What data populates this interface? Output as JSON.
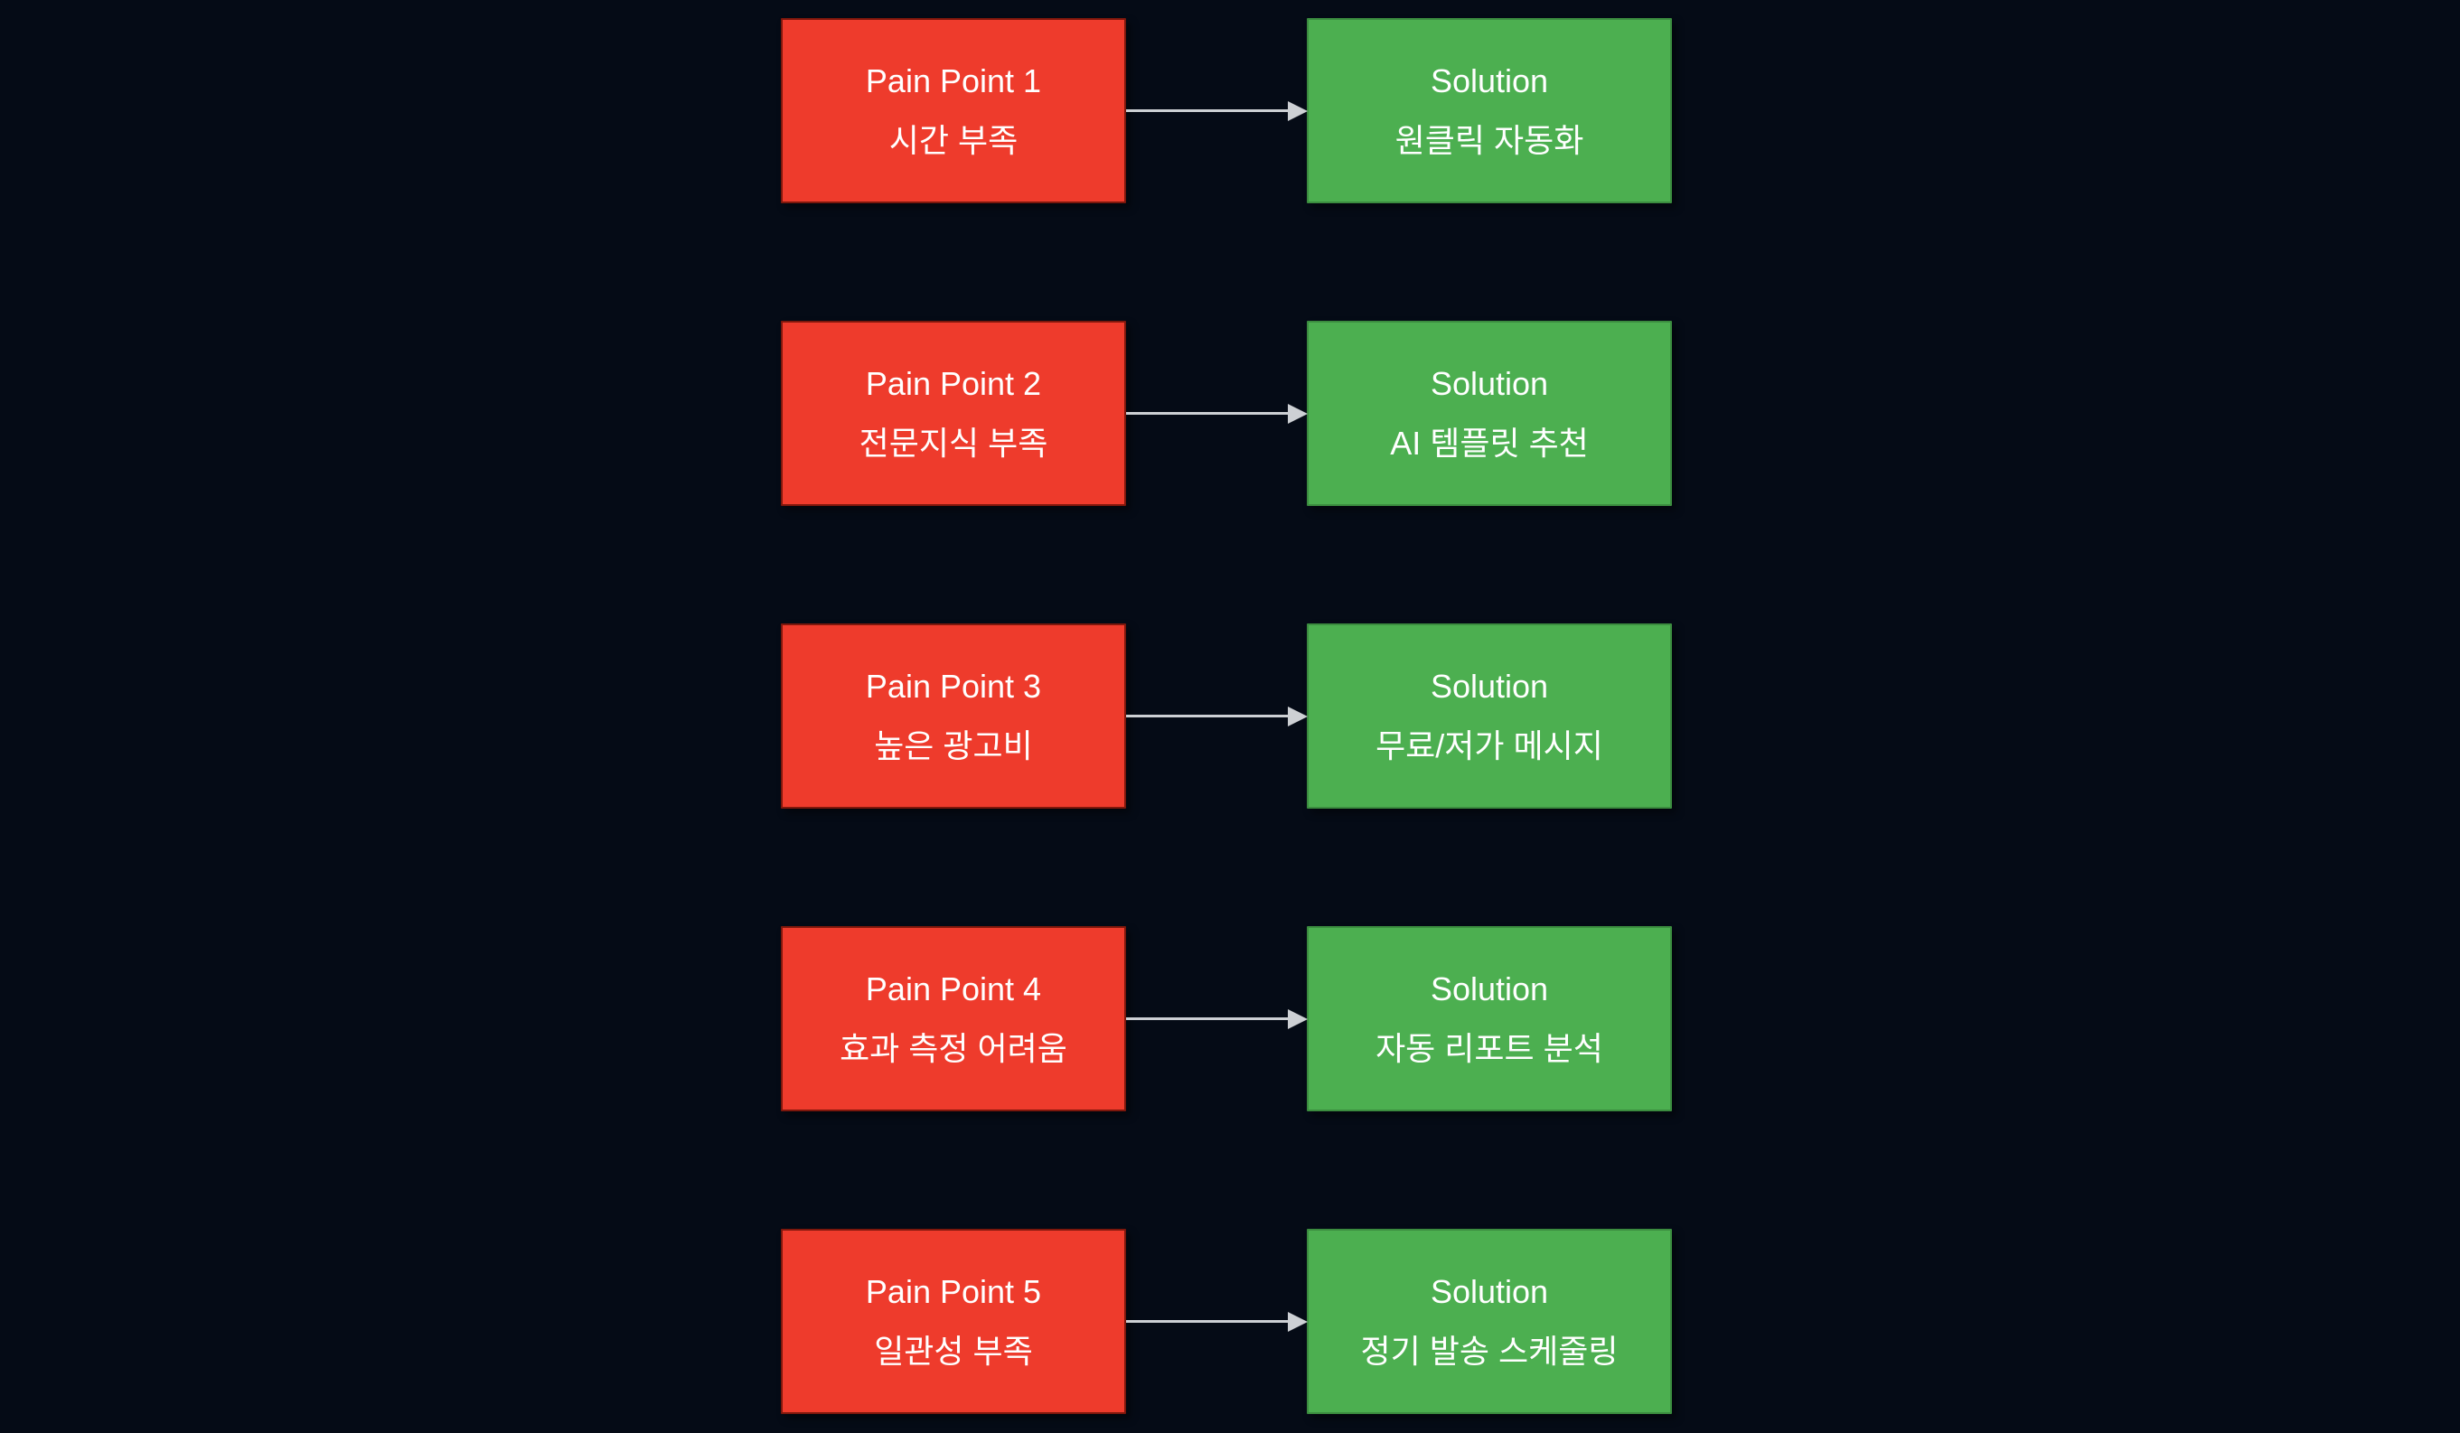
{
  "diagram": {
    "title_implied": "Pain Point to Solution mapping",
    "colors": {
      "background": "#050b16",
      "pain_fill": "#ee3b2c",
      "pain_border": "#7e170c",
      "solution_fill": "#4caf50",
      "solution_border": "#3b8c3f",
      "arrow": "#cdd0d4",
      "text": "#ffffff"
    },
    "rows": [
      {
        "pain": {
          "title": "Pain Point 1",
          "subtitle": "시간 부족"
        },
        "solution": {
          "title": "Solution",
          "subtitle": "원클릭 자동화"
        }
      },
      {
        "pain": {
          "title": "Pain Point 2",
          "subtitle": "전문지식 부족"
        },
        "solution": {
          "title": "Solution",
          "subtitle": "AI 템플릿 추천"
        }
      },
      {
        "pain": {
          "title": "Pain Point 3",
          "subtitle": "높은 광고비"
        },
        "solution": {
          "title": "Solution",
          "subtitle": "무료/저가 메시지"
        }
      },
      {
        "pain": {
          "title": "Pain Point 4",
          "subtitle": "효과 측정 어려움"
        },
        "solution": {
          "title": "Solution",
          "subtitle": "자동 리포트 분석"
        }
      },
      {
        "pain": {
          "title": "Pain Point 5",
          "subtitle": "일관성 부족"
        },
        "solution": {
          "title": "Solution",
          "subtitle": "정기 발송 스케줄링"
        }
      }
    ]
  }
}
